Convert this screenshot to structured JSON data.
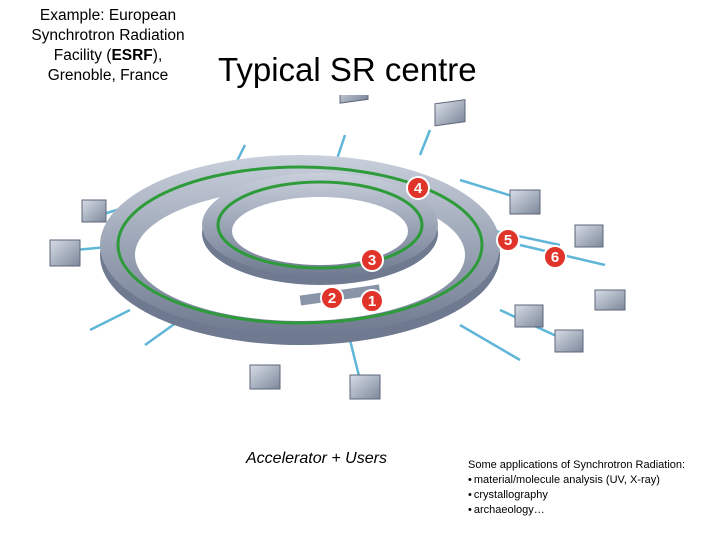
{
  "caption": {
    "line1": "Example: European",
    "line2": "Synchrotron Radiation",
    "line3_pre": "Facility (",
    "line3_bold": "ESRF",
    "line3_post": "),",
    "line4": "Grenoble, France"
  },
  "title": "Typical SR centre",
  "diagram": {
    "markers": [
      "1",
      "2",
      "3",
      "4",
      "5",
      "6"
    ],
    "ring_color": "#8a94a8",
    "beam_color": "#2e9b3a",
    "marker_color": "#e0342a",
    "beamline_color": "#5fb6d8"
  },
  "footer_label": "Accelerator + Users",
  "applications": {
    "heading": "Some applications of Synchrotron Radiation:",
    "items": [
      "material/molecule analysis (UV, X-ray)",
      "crystallography",
      "archaeology…"
    ]
  }
}
